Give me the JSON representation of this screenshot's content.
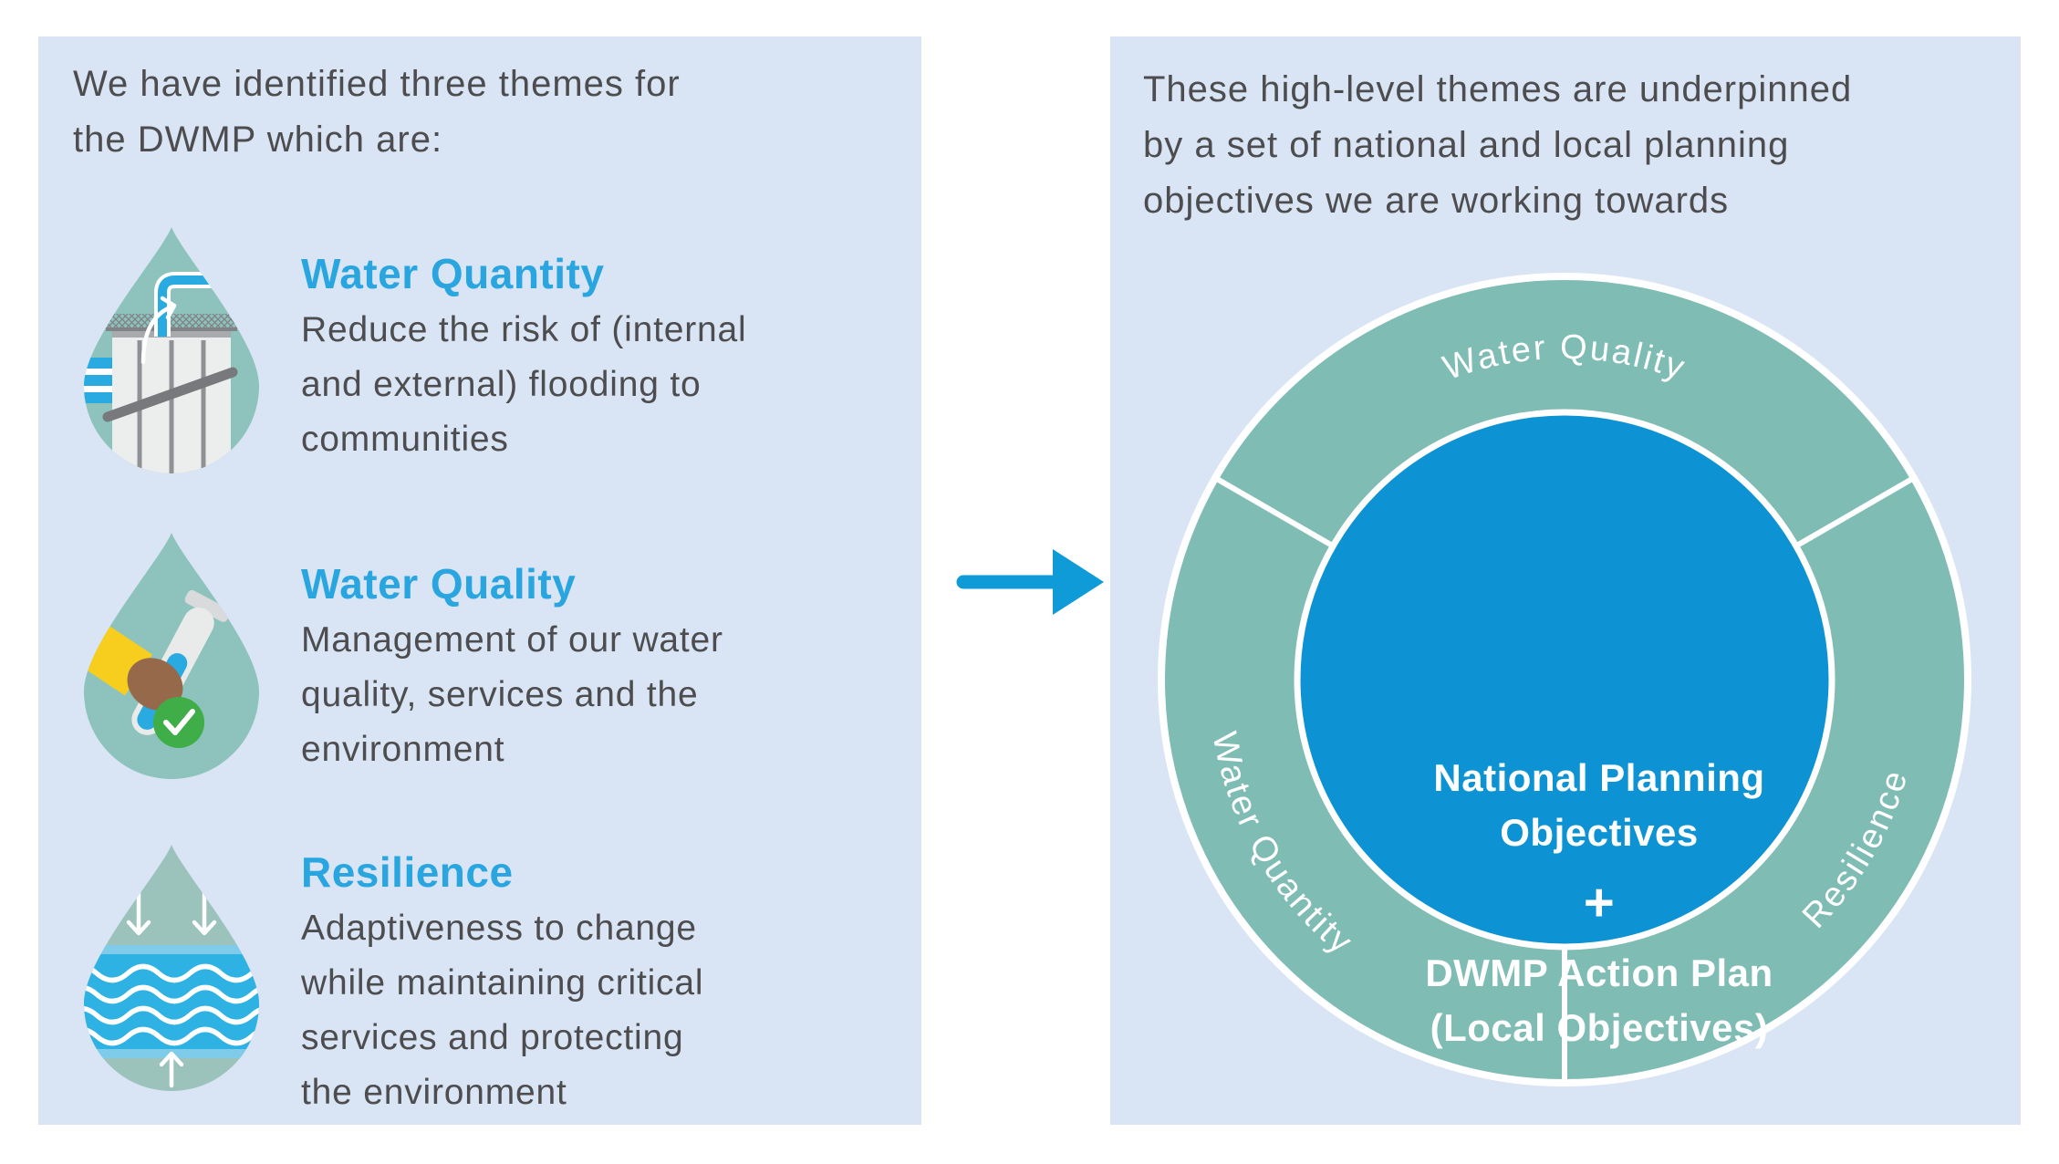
{
  "colors": {
    "panel_bg": "#D9E5F4",
    "body_text": "#4D4D4F",
    "accent_blue": "#29A5DF",
    "arrow_blue": "#0F9BD8",
    "ring_teal": "#7FBCB4",
    "center_circle_blue": "#0D93D3",
    "droplet_teal": "#8DC3BC",
    "droplet_teal_muted": "#9CC2BC",
    "bright_blue": "#29ABE2",
    "wave_band_blue": "#2EB1E3",
    "wave_strip_blue": "#7FCBEA",
    "check_green": "#3FAE49",
    "sleeve_yellow": "#F7CE1E",
    "hand_brown": "#96694B",
    "tank_grey": "#ECEDED",
    "bar_grey": "#77797C",
    "white": "#FFFFFF"
  },
  "left_panel": {
    "intro_lines": [
      "We have identified three themes for",
      "the DWMP which are:"
    ],
    "themes": [
      {
        "title": "Water Quantity",
        "icon": "water-quantity-droplet-icon",
        "description_lines": [
          "Reduce the risk of (internal",
          "and external) flooding to",
          "communities"
        ]
      },
      {
        "title": "Water Quality",
        "icon": "water-quality-droplet-icon",
        "description_lines": [
          "Management of our water",
          "quality, services and the",
          "environment"
        ]
      },
      {
        "title": "Resilience",
        "icon": "resilience-droplet-icon",
        "description_lines": [
          "Adaptiveness to change",
          "while maintaining critical",
          "services and protecting",
          "the environment"
        ]
      }
    ]
  },
  "connector": {
    "icon": "right-arrow-icon"
  },
  "right_panel": {
    "intro_lines": [
      "These high-level themes are underpinned",
      "by a set of national and local planning",
      "objectives we are working towards"
    ],
    "diagram": {
      "ring_segments": [
        {
          "label": "Water Quality",
          "position": "top"
        },
        {
          "label": "Water Quantity",
          "position": "left"
        },
        {
          "label": "Resilience",
          "position": "right"
        }
      ],
      "center_lines": [
        "National Planning Objectives",
        "+",
        "DWMP Action Plan (Local Objectives)"
      ]
    }
  }
}
